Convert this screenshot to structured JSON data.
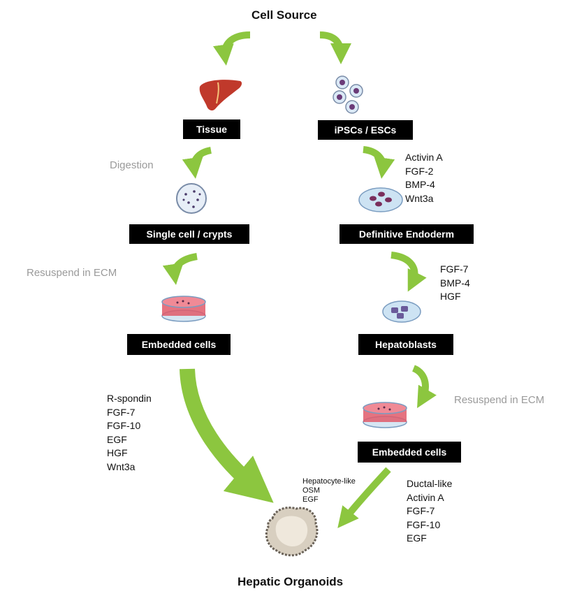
{
  "title": "Cell Source",
  "footer_title": "Hepatic Organoids",
  "left_path": {
    "source_label": "Tissue",
    "step1_note": "Digestion",
    "step1_label": "Single cell / crypts",
    "step2_note": "Resuspend in ECM",
    "step2_label": "Embedded cells",
    "factors": [
      "R-spondin",
      "FGF-7",
      "FGF-10",
      "EGF",
      "HGF",
      "Wnt3a"
    ]
  },
  "right_path": {
    "source_label": "iPSCs / ESCs",
    "step1_factors": [
      "Activin A",
      "FGF-2",
      "BMP-4",
      "Wnt3a"
    ],
    "step1_label": "Definitive Endoderm",
    "step2_factors": [
      "FGF-7",
      "BMP-4",
      "HGF"
    ],
    "step2_label": "Hepatoblasts",
    "step3_note": "Resuspend in ECM",
    "step3_label": "Embedded cells",
    "hepatocyte_factors": [
      "Hepatocyte-like",
      "OSM",
      "EGF"
    ],
    "ductal_factors": [
      "Ductal-like",
      "Activin A",
      "FGF-7",
      "FGF-10",
      "EGF"
    ]
  },
  "colors": {
    "arrow": "#8cc63f",
    "box": "#000000",
    "note": "#9a9a9a",
    "liver": "#c0392b",
    "dish_red": "#e05a6a",
    "dish_blue": "#cde3f3"
  },
  "icons": [
    "liver-icon",
    "stem-cells-icon",
    "petri-dish-icon",
    "endoderm-dish-icon",
    "ecm-dish-icon",
    "hepatoblast-dish-icon",
    "organoid-icon"
  ]
}
